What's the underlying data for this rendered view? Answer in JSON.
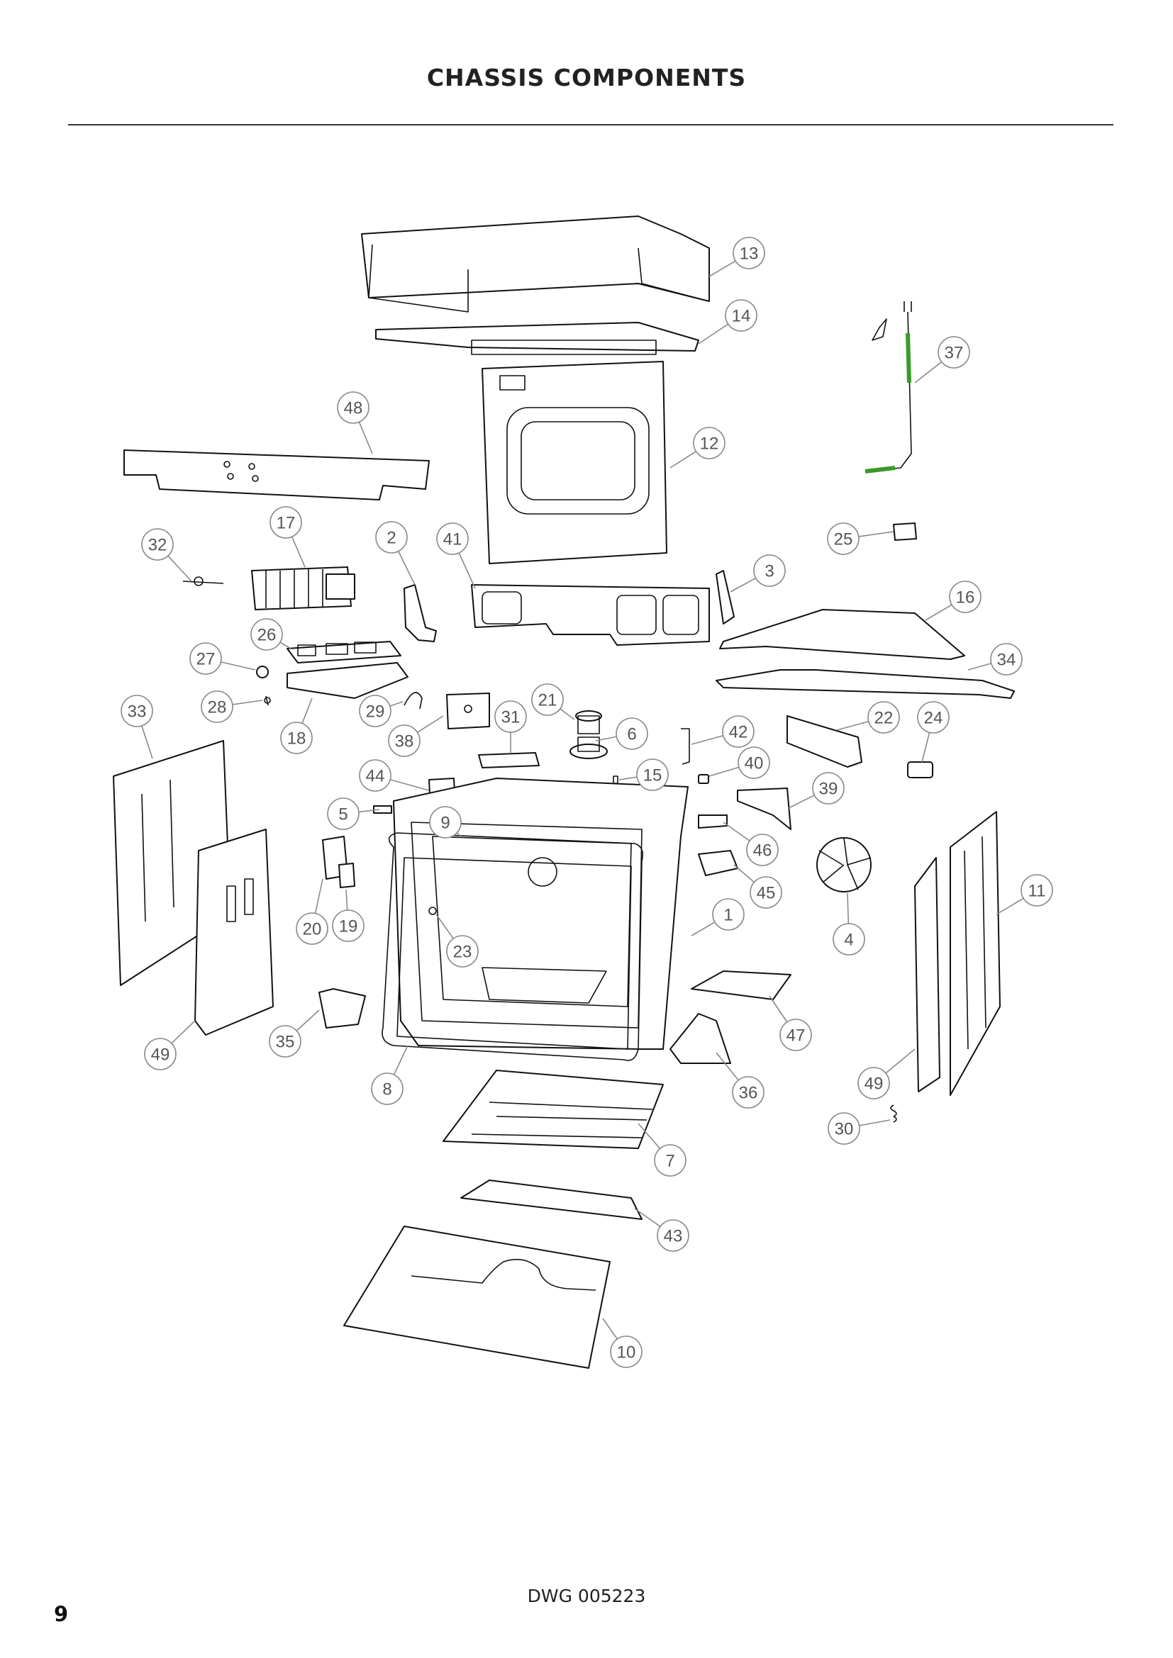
{
  "header": {
    "title": "CHASSIS COMPONENTS"
  },
  "footer": {
    "drawing_number": "DWG 005223",
    "page_number": "9"
  },
  "callouts": [
    "1",
    "2",
    "3",
    "4",
    "5",
    "6",
    "7",
    "8",
    "9",
    "10",
    "11",
    "12",
    "13",
    "14",
    "15",
    "16",
    "17",
    "18",
    "19",
    "20",
    "21",
    "22",
    "23",
    "24",
    "25",
    "26",
    "27",
    "28",
    "29",
    "30",
    "31",
    "32",
    "33",
    "34",
    "35",
    "36",
    "37",
    "38",
    "39",
    "40",
    "41",
    "42",
    "43",
    "44",
    "45",
    "46",
    "47",
    "48",
    "49",
    "49"
  ]
}
